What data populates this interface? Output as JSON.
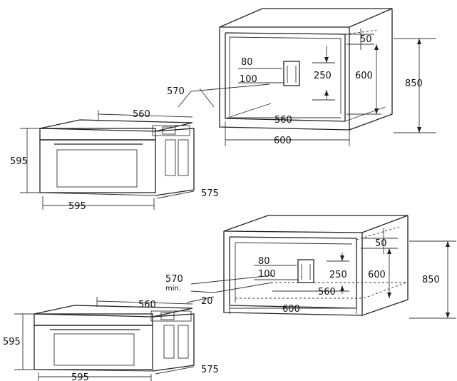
{
  "top": {
    "cabinet": {
      "height": "850",
      "top_gap": "50",
      "opening_height": "600",
      "depth": "570",
      "opening_width": "560",
      "width": "600",
      "socket_top": "80",
      "socket_side": "100",
      "socket_height": "250"
    },
    "oven": {
      "height": "595",
      "width": "595",
      "depth_top": "560",
      "depth": "575"
    }
  },
  "bottom": {
    "cabinet": {
      "height": "850",
      "top_gap": "50",
      "opening_height": "600",
      "depth": "570",
      "depth_note": "min.",
      "back_gap": "20",
      "opening_width": "560",
      "width": "600",
      "socket_top": "80",
      "socket_side": "100",
      "socket_height": "250"
    },
    "oven": {
      "height": "595",
      "width": "595",
      "depth_top": "560",
      "depth": "575"
    }
  }
}
